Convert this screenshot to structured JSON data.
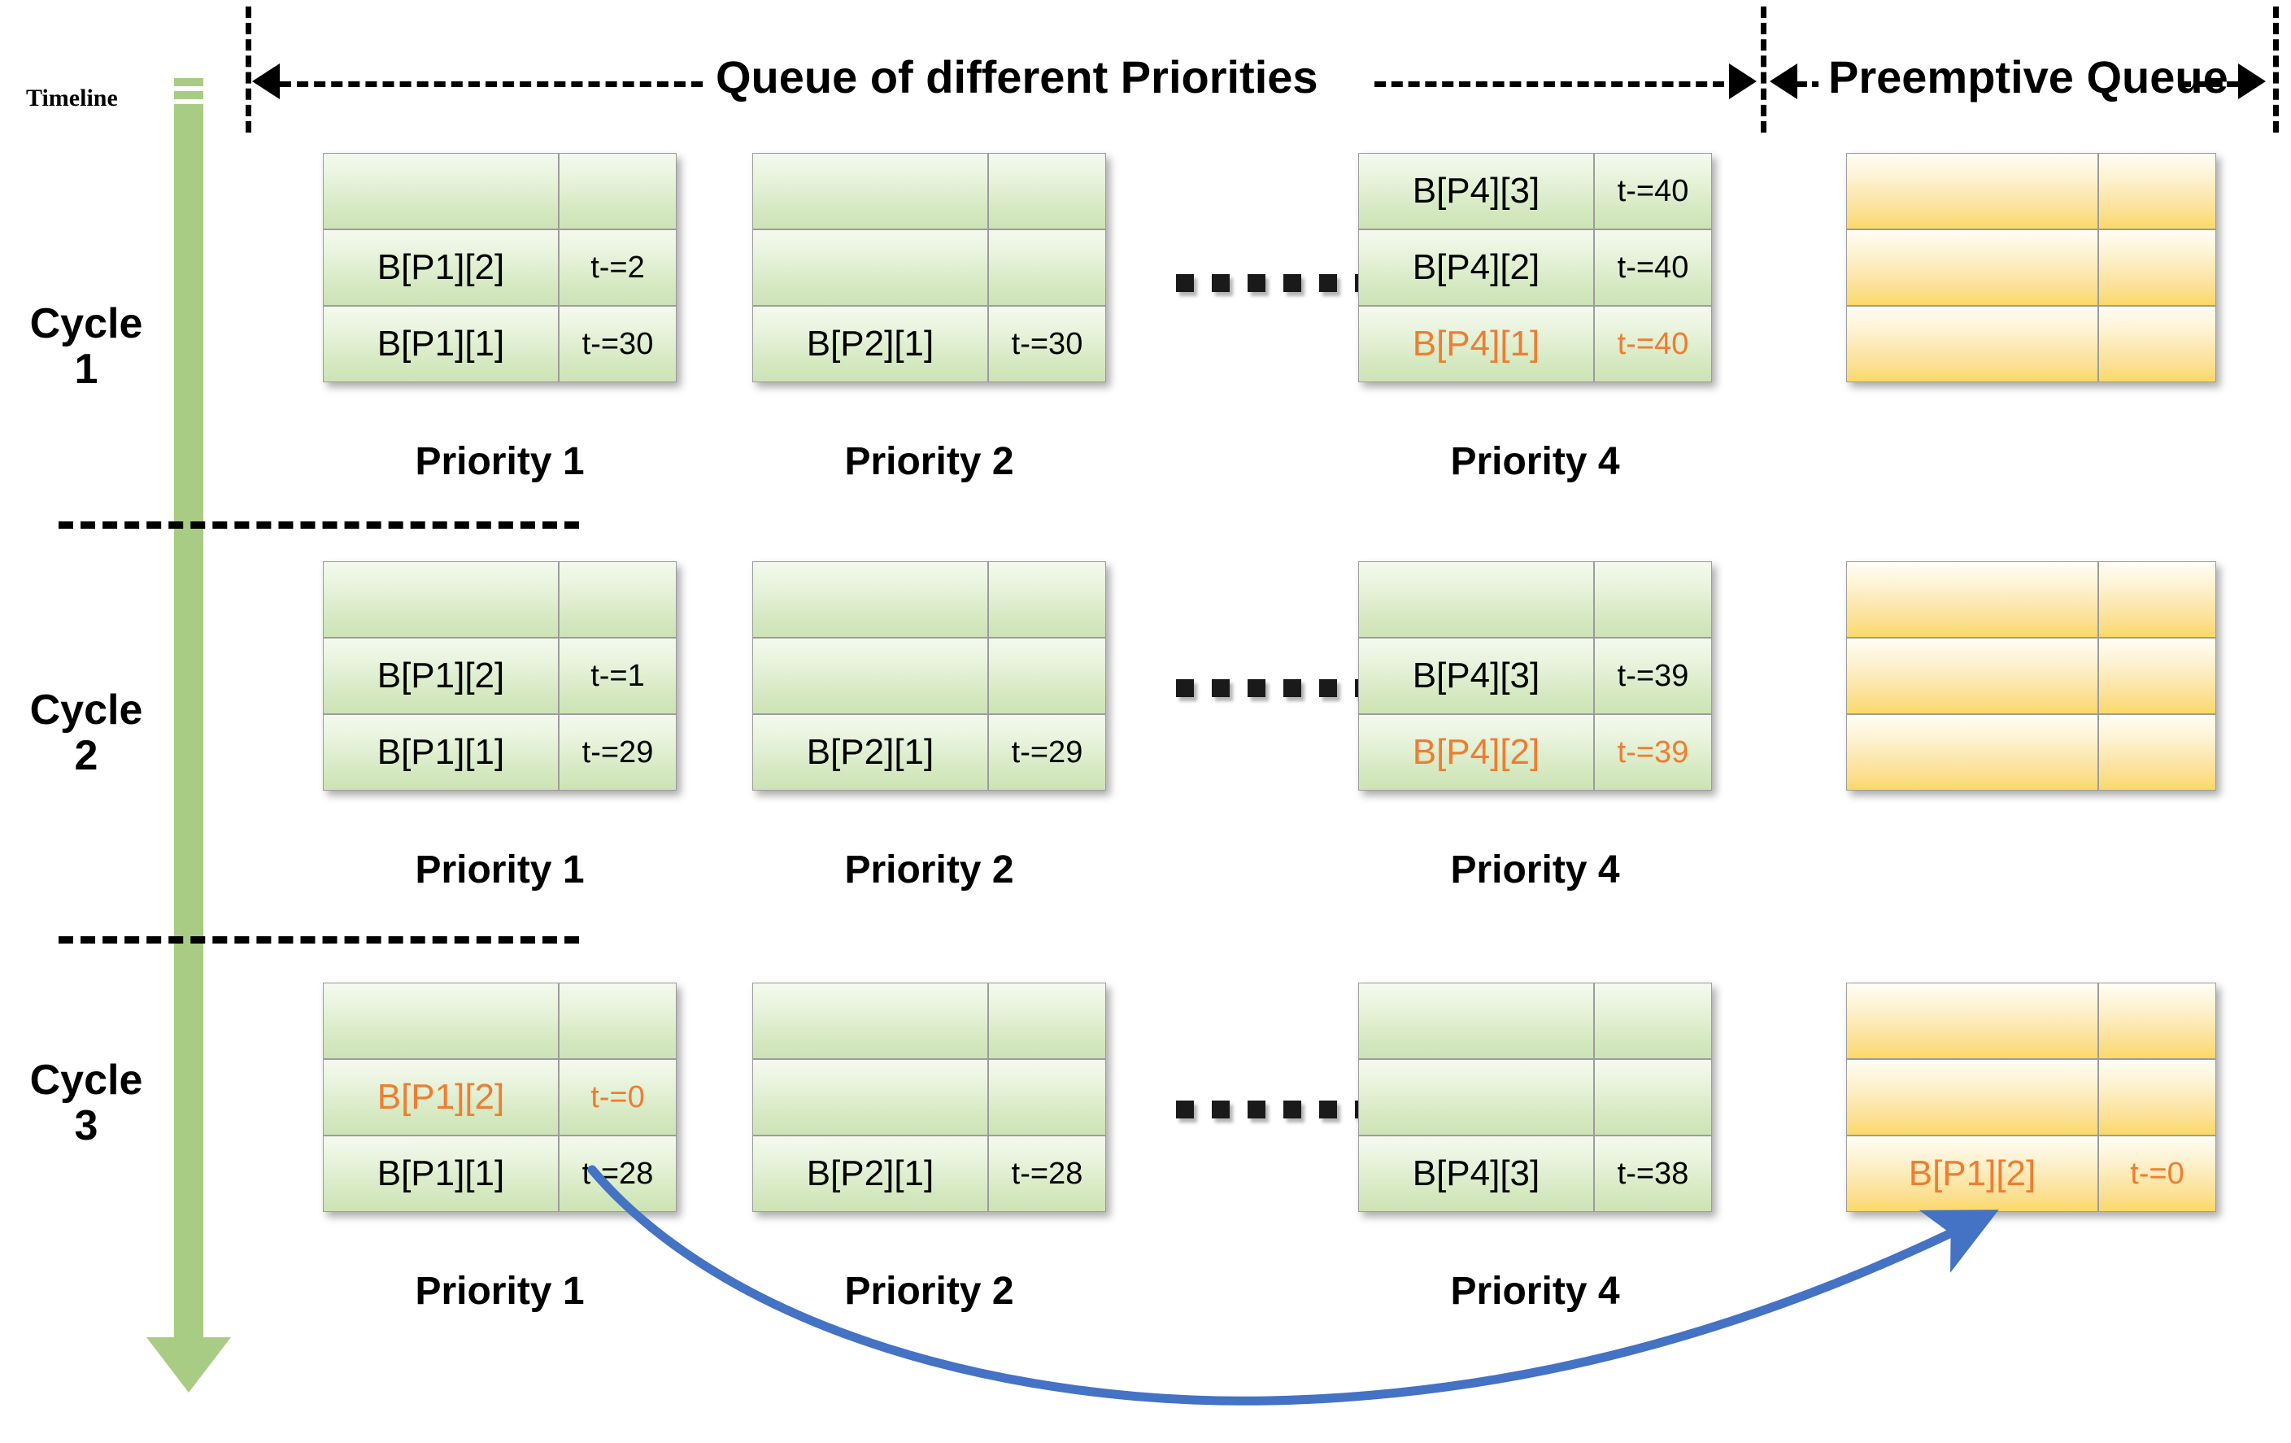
{
  "header": {
    "left_section_label": "Queue of different Priorities",
    "right_section_label": "Preemptive Queue"
  },
  "timeline": {
    "label": "Timeline",
    "color": "#a9cc84",
    "direction": "downward"
  },
  "colors": {
    "green_queue": "#cde3b6",
    "yellow_queue": "#fbd966",
    "highlight_orange": "#ef7d31",
    "arrow_blue": "#4472c4",
    "timeline_green": "#a9cc84"
  },
  "ellipsis": "......",
  "cycles": [
    {
      "label_line1": "Cycle",
      "label_line2": "1",
      "queues": [
        {
          "caption": "Priority 1",
          "kind": "green",
          "rows": [
            {
              "name": "",
              "time": "",
              "highlight": false
            },
            {
              "name": "B[P1][2]",
              "time": "t-=2",
              "highlight": false
            },
            {
              "name": "B[P1][1]",
              "time": "t-=30",
              "highlight": false
            }
          ]
        },
        {
          "caption": "Priority 2",
          "kind": "green",
          "rows": [
            {
              "name": "",
              "time": "",
              "highlight": false
            },
            {
              "name": "",
              "time": "",
              "highlight": false
            },
            {
              "name": "B[P2][1]",
              "time": "t-=30",
              "highlight": false
            }
          ]
        },
        {
          "caption": "Priority 4",
          "kind": "green",
          "rows": [
            {
              "name": "B[P4][3]",
              "time": "t-=40",
              "highlight": false
            },
            {
              "name": "B[P4][2]",
              "time": "t-=40",
              "highlight": false
            },
            {
              "name": "B[P4][1]",
              "time": "t-=40",
              "highlight": true
            }
          ]
        }
      ],
      "preemptive": {
        "caption": "",
        "kind": "yellow",
        "rows": [
          {
            "name": "",
            "time": "",
            "highlight": false
          },
          {
            "name": "",
            "time": "",
            "highlight": false
          },
          {
            "name": "",
            "time": "",
            "highlight": false
          }
        ]
      }
    },
    {
      "label_line1": "Cycle",
      "label_line2": "2",
      "queues": [
        {
          "caption": "Priority 1",
          "kind": "green",
          "rows": [
            {
              "name": "",
              "time": "",
              "highlight": false
            },
            {
              "name": "B[P1][2]",
              "time": "t-=1",
              "highlight": false
            },
            {
              "name": "B[P1][1]",
              "time": "t-=29",
              "highlight": false
            }
          ]
        },
        {
          "caption": "Priority 2",
          "kind": "green",
          "rows": [
            {
              "name": "",
              "time": "",
              "highlight": false
            },
            {
              "name": "",
              "time": "",
              "highlight": false
            },
            {
              "name": "B[P2][1]",
              "time": "t-=29",
              "highlight": false
            }
          ]
        },
        {
          "caption": "Priority 4",
          "kind": "green",
          "rows": [
            {
              "name": "",
              "time": "",
              "highlight": false
            },
            {
              "name": "B[P4][3]",
              "time": "t-=39",
              "highlight": false
            },
            {
              "name": "B[P4][2]",
              "time": "t-=39",
              "highlight": true
            }
          ]
        }
      ],
      "preemptive": {
        "caption": "",
        "kind": "yellow",
        "rows": [
          {
            "name": "",
            "time": "",
            "highlight": false
          },
          {
            "name": "",
            "time": "",
            "highlight": false
          },
          {
            "name": "",
            "time": "",
            "highlight": false
          }
        ]
      }
    },
    {
      "label_line1": "Cycle",
      "label_line2": "3",
      "queues": [
        {
          "caption": "Priority 1",
          "kind": "green",
          "rows": [
            {
              "name": "",
              "time": "",
              "highlight": false
            },
            {
              "name": "B[P1][2]",
              "time": "t-=0",
              "highlight": true
            },
            {
              "name": "B[P1][1]",
              "time": "t-=28",
              "highlight": false
            }
          ]
        },
        {
          "caption": "Priority 2",
          "kind": "green",
          "rows": [
            {
              "name": "",
              "time": "",
              "highlight": false
            },
            {
              "name": "",
              "time": "",
              "highlight": false
            },
            {
              "name": "B[P2][1]",
              "time": "t-=28",
              "highlight": false
            }
          ]
        },
        {
          "caption": "Priority 4",
          "kind": "green",
          "rows": [
            {
              "name": "",
              "time": "",
              "highlight": false
            },
            {
              "name": "",
              "time": "",
              "highlight": false
            },
            {
              "name": "B[P4][3]",
              "time": "t-=38",
              "highlight": false
            }
          ]
        }
      ],
      "preemptive": {
        "caption": "",
        "kind": "yellow",
        "rows": [
          {
            "name": "",
            "time": "",
            "highlight": false
          },
          {
            "name": "",
            "time": "",
            "highlight": false
          },
          {
            "name": "B[P1][2]",
            "time": "t-=0",
            "highlight": true
          }
        ]
      }
    }
  ]
}
